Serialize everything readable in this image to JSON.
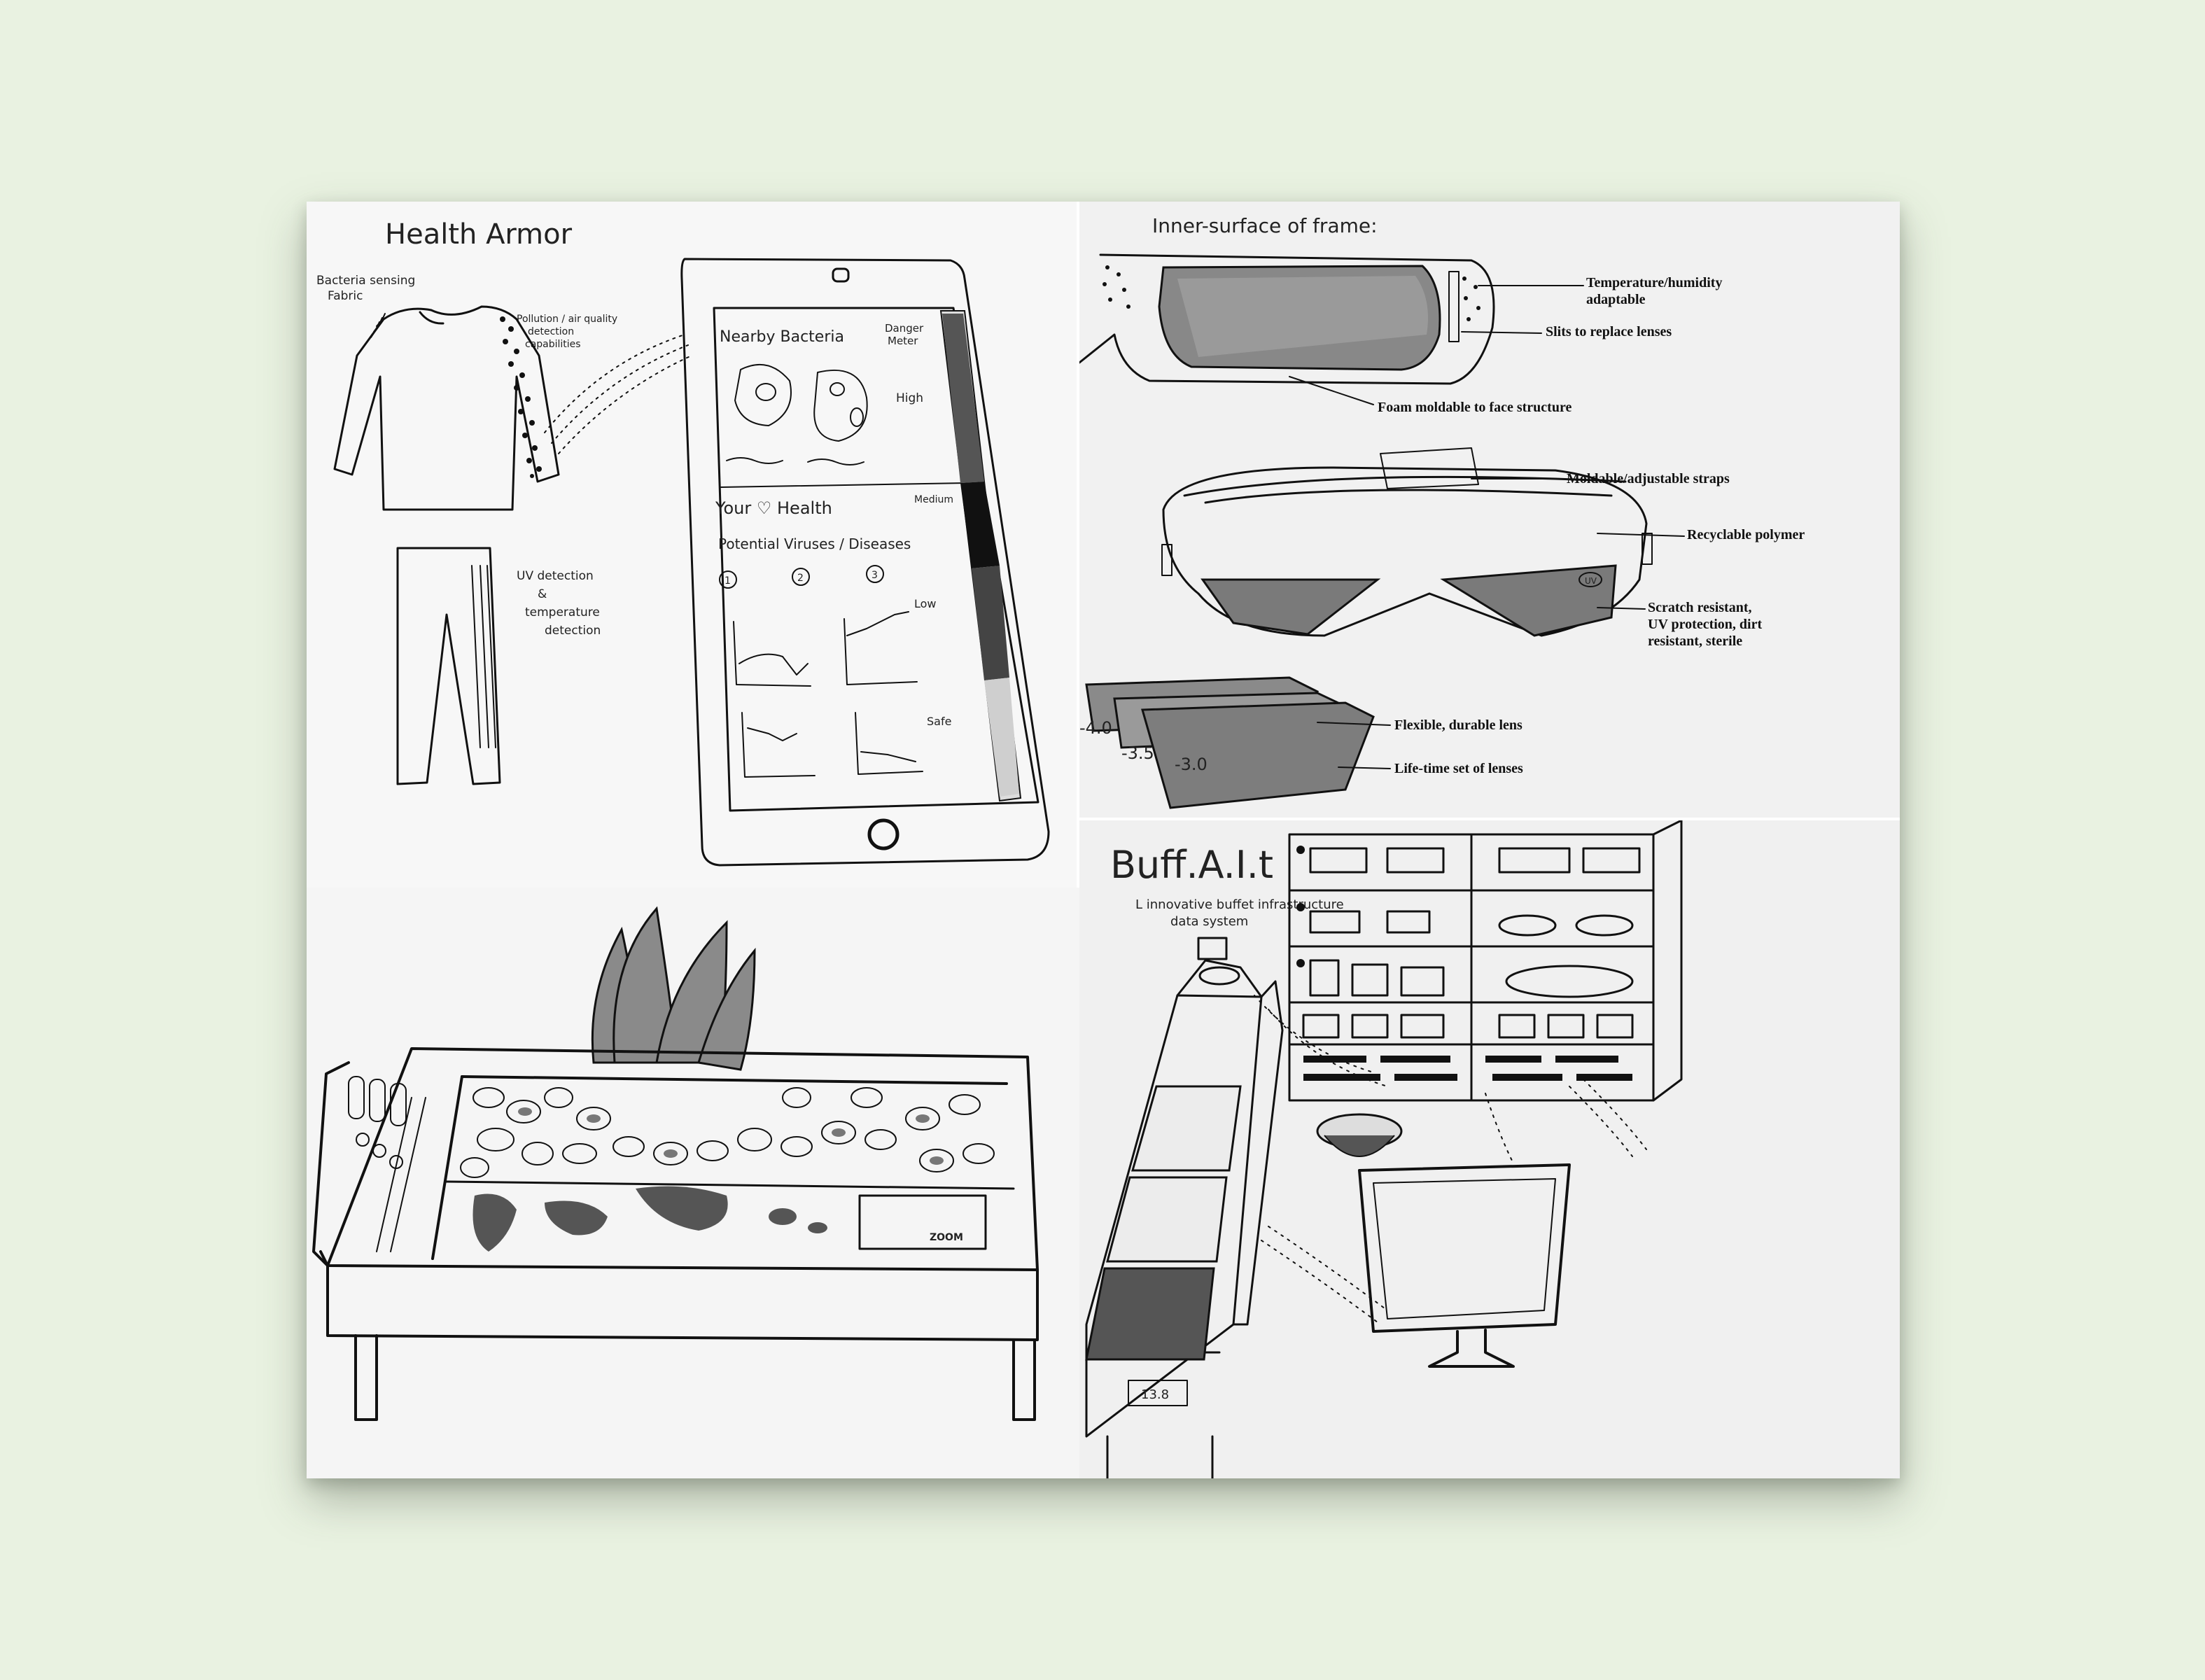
{
  "health_armor": {
    "title": "Health Armor",
    "label_fabric": [
      "Bacteria sensing",
      "Fabric"
    ],
    "label_pollution": [
      "Pollution / air quality",
      "detection",
      "capabilities"
    ],
    "label_uv": [
      "UV detection",
      "&",
      "temperature",
      "detection"
    ],
    "phone": {
      "nearby": "Nearby Bacteria",
      "danger": [
        "Danger",
        "Meter"
      ],
      "high": "High",
      "your_health": "Your ♡ Health",
      "medium": "Medium",
      "potential": "Potential Viruses / Diseases",
      "low": "Low",
      "safe": "Safe",
      "items": [
        "1",
        "2",
        "3"
      ]
    }
  },
  "goggles": {
    "inner_title": "Inner-surface of frame:",
    "callouts": {
      "temp": [
        "Temperature/humidity",
        "adaptable"
      ],
      "slits": "Slits to replace lenses",
      "foam": "Foam moldable to face structure",
      "straps": "Moldable/adjustable straps",
      "polymer": "Recyclable polymer",
      "scratch": [
        "Scratch resistant,",
        "UV protection, dirt",
        "resistant, sterile"
      ],
      "flexible": "Flexible, durable lens",
      "lifetime": "Life-time set of lenses"
    },
    "uv_badge": "UV",
    "lens_powers": [
      "-4.0",
      "-3.5",
      "-3.0"
    ]
  },
  "table": {
    "zoom": "ZOOM"
  },
  "buffet": {
    "title": "Buff.A.I.t",
    "subtitle": [
      "L innovative buffet infrastructure",
      "data system"
    ],
    "price": "13.8"
  },
  "colors": {
    "background": "#e9f2e1",
    "ink": "#111111",
    "paper": "#f5f5f5"
  }
}
